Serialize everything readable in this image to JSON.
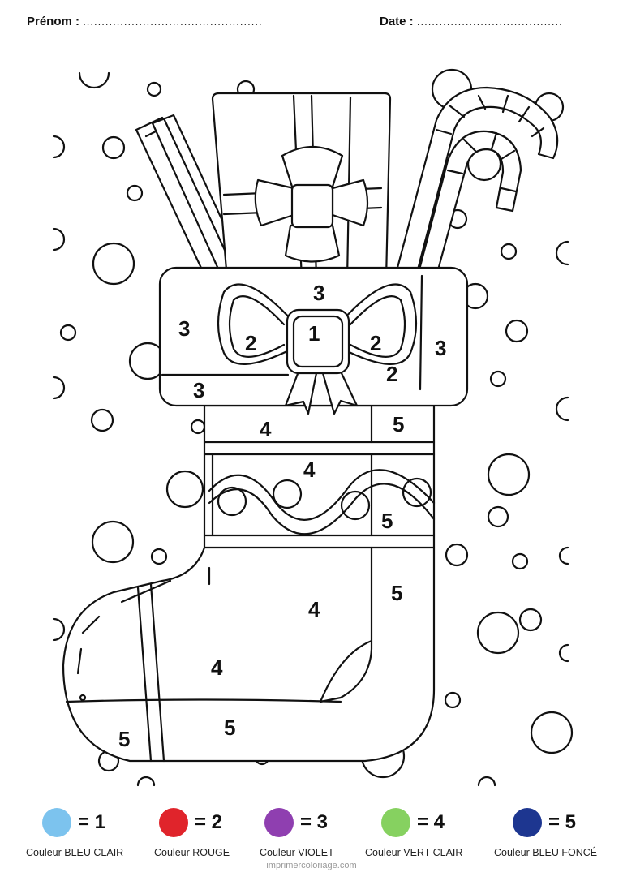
{
  "header": {
    "name_label": "Prénom :",
    "name_dots": "................................................",
    "date_label": "Date :",
    "date_dots": "......................................."
  },
  "picture": {
    "numbers": {
      "bow_center": "1",
      "bow_left": "2",
      "bow_right": "2",
      "bow_right_lower": "2",
      "cuff_top": "3",
      "cuff_left": "3",
      "cuff_right": "3",
      "cuff_bottom_left": "3",
      "band_upper": "4",
      "band_upper_right": "5",
      "wave_band": "4",
      "wave_band_right": "5",
      "body_right": "5",
      "body_center": "4",
      "foot_center": "4",
      "sole_center": "5",
      "toe": "5"
    }
  },
  "legend": {
    "items": [
      {
        "number": "= 1",
        "caption": "Couleur BLEU CLAIR",
        "color": "#7cc3ee"
      },
      {
        "number": "= 2",
        "caption": "Couleur ROUGE",
        "color": "#e0242b"
      },
      {
        "number": "= 3",
        "caption": "Couleur VIOLET",
        "color": "#8f3fb0"
      },
      {
        "number": "= 4",
        "caption": "Couleur VERT CLAIR",
        "color": "#86d160"
      },
      {
        "number": "= 5",
        "caption": "Couleur BLEU FONCÉ",
        "color": "#1d3690"
      }
    ]
  },
  "footer": {
    "credit": "imprimercoloriage.com"
  }
}
